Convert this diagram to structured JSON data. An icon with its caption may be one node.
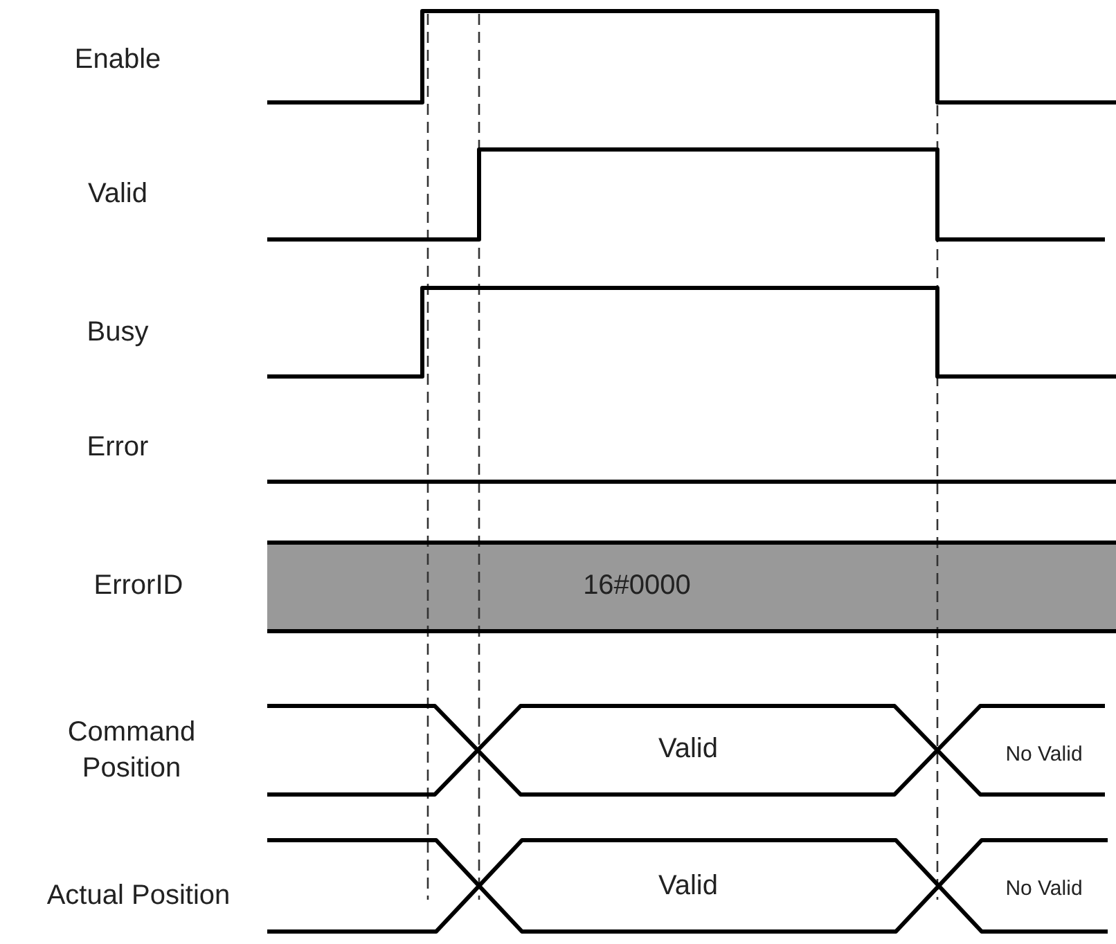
{
  "diagram": {
    "labels": [
      "Enable",
      "Valid",
      "Busy",
      "Error",
      "ErrorID",
      "16#0000",
      "Command Position",
      "Valid",
      "No Valid",
      "Actual Position",
      "Valid",
      "No Valid"
    ]
  }
}
